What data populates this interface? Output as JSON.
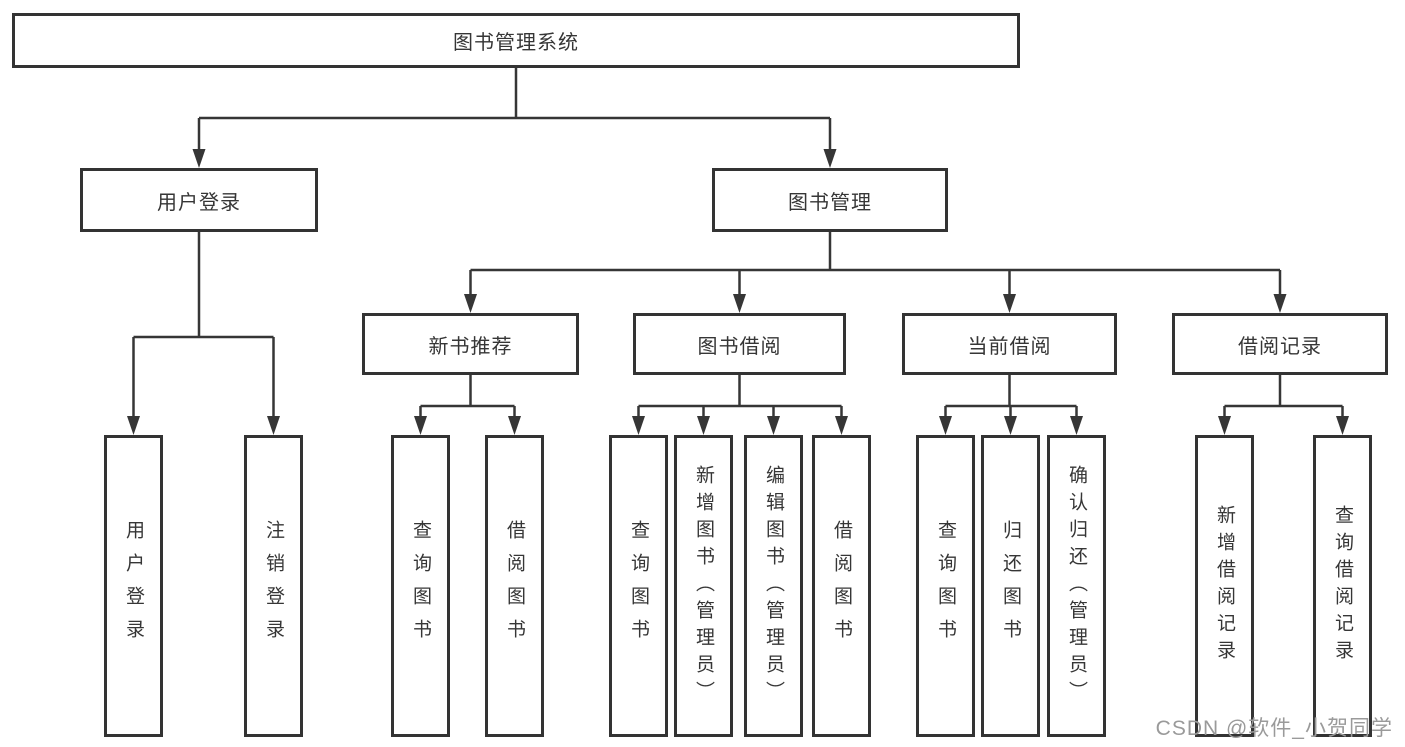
{
  "diagram_title": "图书管理系统",
  "nodes": {
    "root": "图书管理系统",
    "user_login": "用户登录",
    "book_mgmt": "图书管理",
    "new_book_rec": "新书推荐",
    "book_borrow": "图书借阅",
    "current_borrow": "当前借阅",
    "borrow_records": "借阅记录",
    "leaf_login": "用户登录",
    "leaf_logout": "注销登录",
    "leaf_rec_query": "查询图书",
    "leaf_rec_borrow": "借阅图书",
    "leaf_bor_query": "查询图书",
    "leaf_bor_add": "新增图书（管理员）",
    "leaf_bor_edit": "编辑图书（管理员）",
    "leaf_bor_borrow": "借阅图书",
    "leaf_cur_query": "查询图书",
    "leaf_cur_return": "归还图书",
    "leaf_cur_confirm": "确认归还（管理员）",
    "leaf_brec_add": "新增借阅记录",
    "leaf_brec_query": "查询借阅记录"
  },
  "hierarchy": {
    "root": [
      "user_login",
      "book_mgmt"
    ],
    "user_login": [
      "leaf_login",
      "leaf_logout"
    ],
    "book_mgmt": [
      "new_book_rec",
      "book_borrow",
      "current_borrow",
      "borrow_records"
    ],
    "new_book_rec": [
      "leaf_rec_query",
      "leaf_rec_borrow"
    ],
    "book_borrow": [
      "leaf_bor_query",
      "leaf_bor_add",
      "leaf_bor_edit",
      "leaf_bor_borrow"
    ],
    "current_borrow": [
      "leaf_cur_query",
      "leaf_cur_return",
      "leaf_cur_confirm"
    ],
    "borrow_records": [
      "leaf_brec_add",
      "leaf_brec_query"
    ]
  },
  "watermark": "CSDN @软件_小贺同学",
  "colors": {
    "line": "#363636",
    "box_border": "#333333",
    "box_fill": "#ffffff",
    "text": "#363636",
    "watermark": "#9a9a9a",
    "background": "#ffffff"
  }
}
